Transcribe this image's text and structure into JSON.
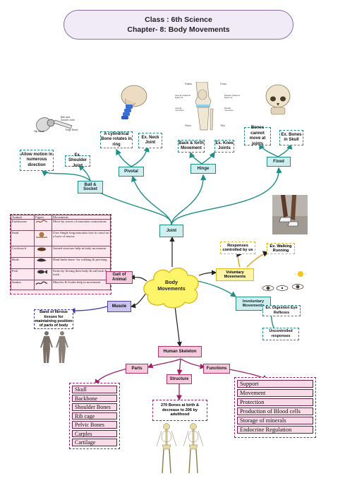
{
  "header": {
    "line1": "Class : 6th Science",
    "line2": "Chapter- 8: Body Movements"
  },
  "center": "Body Movements",
  "joint": {
    "label": "Joint",
    "ball_socket": {
      "label": "Ball & Socket",
      "desc": "Allow motion in numerous direction",
      "example": "Ex. Shoulder Joint"
    },
    "pivotal": {
      "label": "Pivotal",
      "desc": "A cylindrical Bone rotates in ring",
      "example": "Ex. Neck Joint"
    },
    "hinge": {
      "label": "Hinge",
      "desc": "Back & forth Movement",
      "example": "Ex. Knee Joints"
    },
    "fixed": {
      "label": "Fixed",
      "desc": "Bones cannot move at joints",
      "example": "Ex. Bones in Skull"
    }
  },
  "illustration_labels": {
    "ball_joint": [
      "Ball and Socket Joint",
      "Thigh Bone",
      "Hip Bone"
    ],
    "knee": [
      "Patella",
      "Femur",
      "Lateral collateral ligament",
      "Medial collateral ligament",
      "Lateral meniscus",
      "Medial meniscus",
      "Fibula",
      "Tibia"
    ]
  },
  "voluntary": {
    "label": "Voluntary Movements",
    "desc": "Responses controlled by us",
    "example": "Ex. Walking Running"
  },
  "involuntary": {
    "label": "Involuntary Movements",
    "example": "Ex. Digestion Eye Reflexes",
    "desc": "Uncontrolled responses"
  },
  "gait": {
    "label": "Gait of Animal",
    "headers": [
      "Animal",
      "Figure",
      "Movements"
    ],
    "rows": [
      {
        "animal": "Earthworm",
        "movement": "Move by waves of muscular contractions"
      },
      {
        "animal": "Snail",
        "movement": "Uses Single long muscular foot to crawl on a layer of mucus"
      },
      {
        "animal": "Cockroach",
        "movement": "Jointed structure help in body movement"
      },
      {
        "animal": "Birds",
        "movement": "Hind limbs bone- for walking & perching"
      },
      {
        "animal": "Fish",
        "movement": "Swim by flexing their body & tail back & forth"
      },
      {
        "animal": "Snakes",
        "movement": "Muscles & Scales help in movement"
      }
    ]
  },
  "muscle": {
    "label": "Muscle",
    "desc": "Band of fibrous tissues for maintaining position of parts of body"
  },
  "skeleton": {
    "label": "Human Skeleton",
    "parts": {
      "label": "Parts",
      "items": [
        "Skull",
        "Backbone",
        "Shoulder Bones",
        "Rib cage",
        "Pelvic Bones",
        "Carples",
        "Cartilage"
      ]
    },
    "structure": {
      "label": "Structure",
      "desc": "270 Bones at birth & decrease to 206 by adulthood"
    },
    "functions": {
      "label": "Functions",
      "items": [
        "Support",
        "Movement",
        "Protection",
        "Production of Blood cells",
        "Storage of minerals",
        "Endocrine Regulation"
      ]
    }
  },
  "colors": {
    "teal": "#1d8f86",
    "yellow": "#f5d31e",
    "pink": "#b0306a",
    "purple": "#5540a8"
  }
}
